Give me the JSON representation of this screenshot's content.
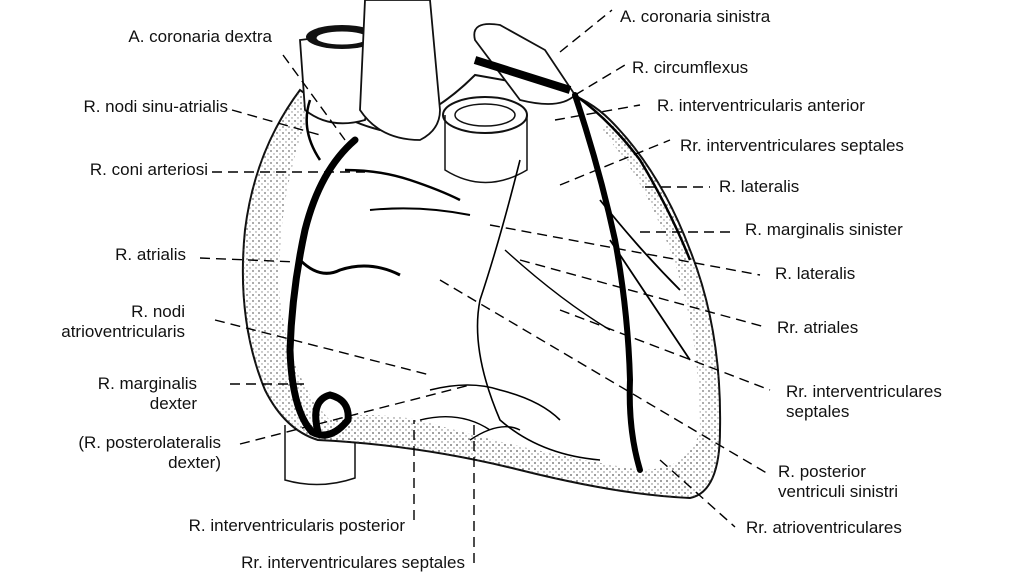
{
  "diagram": {
    "labels": {
      "a_coronaria_dextra": "A. coronaria dextra",
      "r_nodi_sinu_atrialis": "R. nodi sinu-atrialis",
      "r_coni_arteriosi": "R. coni arteriosi",
      "r_atrialis": "R. atrialis",
      "r_nodi_av_line1": "R. nodi",
      "r_nodi_av_line2": "atrioventricularis",
      "r_marginalis_dexter_line1": "R. marginalis",
      "r_marginalis_dexter_line2": "dexter",
      "r_posterolateralis_line1": "(R. posterolateralis",
      "r_posterolateralis_line2": "dexter)",
      "r_interventricularis_posterior": "R. interventricularis posterior",
      "rr_interventriculares_septales_bottom": "Rr. interventriculares septales",
      "a_coronaria_sinistra": "A. coronaria sinistra",
      "r_circumflexus": "R. circumflexus",
      "r_interventricularis_anterior": "R. interventricularis anterior",
      "rr_interventriculares_septales_top": "Rr. interventriculares septales",
      "r_lateralis_1": "R. lateralis",
      "r_marginalis_sinister": "R. marginalis sinister",
      "r_lateralis_2": "R. lateralis",
      "rr_atriales": "Rr. atriales",
      "rr_interventriculares_septales_right_line1": "Rr. interventriculares",
      "rr_interventriculares_septales_right_line2": "septales",
      "r_posterior_ventriculi_line1": "R. posterior",
      "r_posterior_ventriculi_line2": "ventriculi sinistri",
      "rr_atrioventriculares": "Rr. atrioventriculares"
    }
  }
}
